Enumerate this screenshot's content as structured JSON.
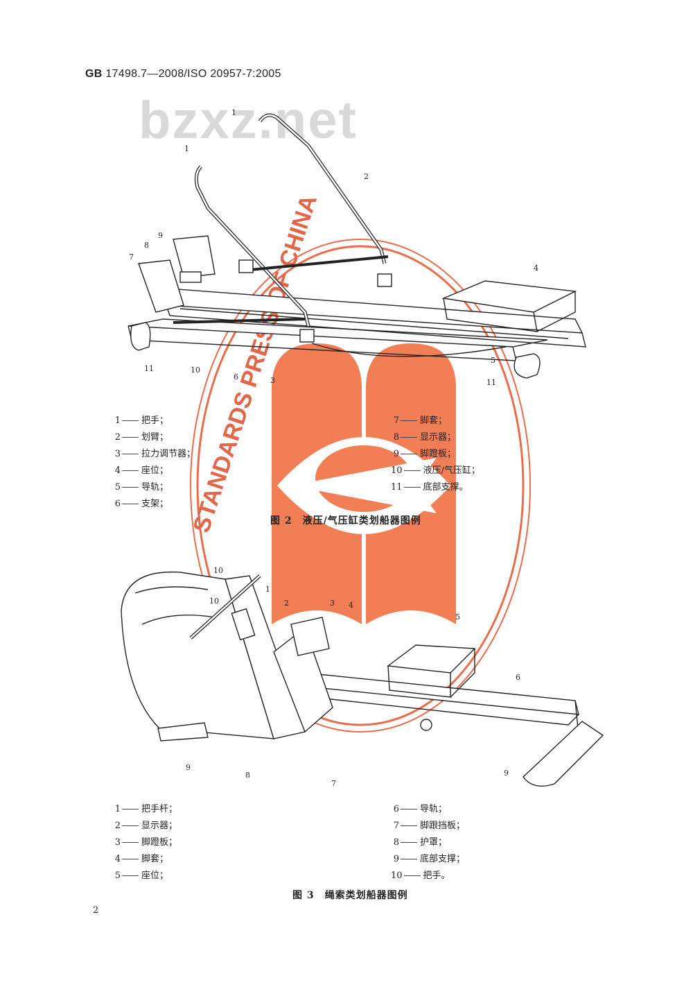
{
  "header": {
    "standard_prefix": "GB",
    "standard_code": "17498.7—2008/ISO 20957-7:2005"
  },
  "watermark": "bzxz.net",
  "stamp": {
    "ring_text": "STANDARDS PRESS OF CHINA",
    "color": "#e8603c"
  },
  "figure2": {
    "caption": "图 2　液压/气压缸类划船器图例",
    "callouts": [
      "1",
      "1",
      "2",
      "9",
      "8",
      "7",
      "4",
      "5",
      "11",
      "10",
      "6",
      "3",
      "11"
    ],
    "legend_left": [
      {
        "num": "1",
        "text": "把手；"
      },
      {
        "num": "2",
        "text": "划臂；"
      },
      {
        "num": "3",
        "text": "拉力调节器；"
      },
      {
        "num": "4",
        "text": "座位；"
      },
      {
        "num": "5",
        "text": "导轨；"
      },
      {
        "num": "6",
        "text": "支架；"
      }
    ],
    "legend_right": [
      {
        "num": "7",
        "text": "脚套；"
      },
      {
        "num": "8",
        "text": "显示器；"
      },
      {
        "num": "9",
        "text": "脚蹬板；"
      },
      {
        "num": "10",
        "text": "液压/气压缸；"
      },
      {
        "num": "11",
        "text": "底部支撑。"
      }
    ]
  },
  "figure3": {
    "caption": "图 3　绳索类划船器图例",
    "callouts": [
      "10",
      "1",
      "10",
      "2",
      "3",
      "4",
      "5",
      "6",
      "9",
      "8",
      "7",
      "9"
    ],
    "legend_left": [
      {
        "num": "1",
        "text": "把手杆；"
      },
      {
        "num": "2",
        "text": "显示器；"
      },
      {
        "num": "3",
        "text": "脚蹬板；"
      },
      {
        "num": "4",
        "text": "脚套；"
      },
      {
        "num": "5",
        "text": "座位；"
      }
    ],
    "legend_right": [
      {
        "num": "6",
        "text": "导轨；"
      },
      {
        "num": "7",
        "text": "脚跟挡板；"
      },
      {
        "num": "8",
        "text": "护罩；"
      },
      {
        "num": "9",
        "text": "底部支撑；"
      },
      {
        "num": "10",
        "text": "把手。"
      }
    ]
  },
  "page_number": "2"
}
